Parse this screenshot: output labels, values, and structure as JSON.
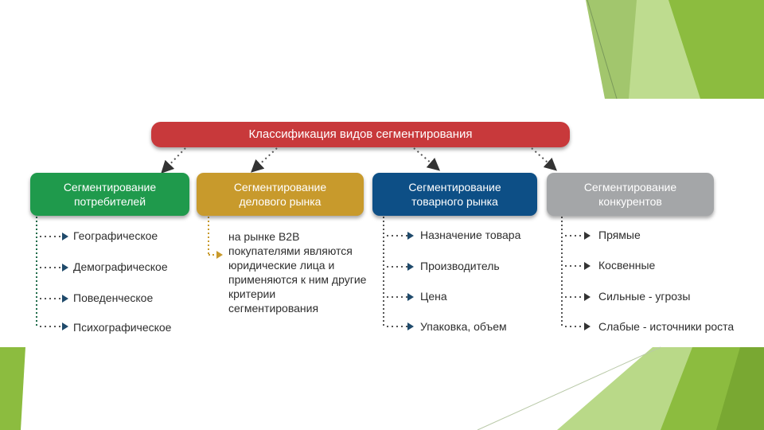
{
  "title": "Классификация видов сегментирования",
  "colors": {
    "title": "#c8393b",
    "consumers": "#1f9a4c",
    "business": "#c89a2c",
    "product": "#0d4f86",
    "competitors": "#a4a6a8",
    "decor_green": "#8cbc3f"
  },
  "categories": [
    {
      "label": "Сегментирование потребителей",
      "items": [
        "Географическое",
        "Демографическое",
        "Поведенческое",
        "Психографическое"
      ]
    },
    {
      "label": "Сегментирование делового рынка",
      "text": "на рынке B2B покупателями являются юридические лица и применяются к ним другие критерии сегментирования"
    },
    {
      "label": "Сегментирование товарного рынка",
      "items": [
        "Назначение товара",
        "Производитель",
        "Цена",
        "Упаковка, объем"
      ]
    },
    {
      "label": "Сегментирование конкурентов",
      "items": [
        "Прямые",
        "Косвенные",
        "Сильные - угрозы",
        "Слабые - источники роста"
      ]
    }
  ]
}
